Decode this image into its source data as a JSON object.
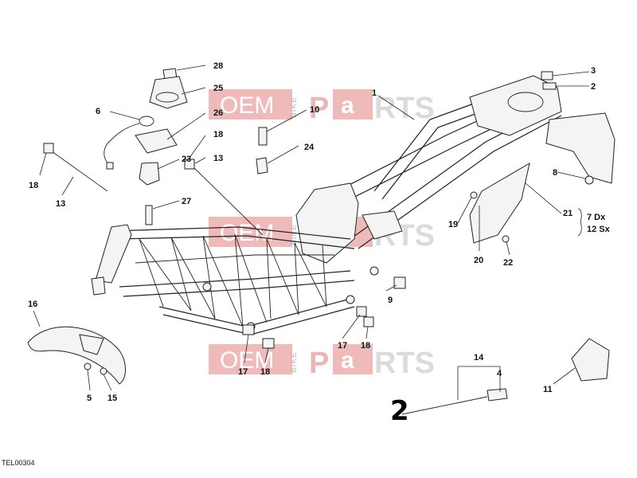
{
  "diagram": {
    "ref_code": "TEL00304",
    "callouts": {
      "c1": "1",
      "c2": "2",
      "c3": "3",
      "c4": "4",
      "c5": "5",
      "c6": "6",
      "c7dx": "7 Dx",
      "c8": "8",
      "c9": "9",
      "c10": "10",
      "c11": "11",
      "c12sx": "12 Sx",
      "c13a": "13",
      "c13b": "13",
      "c14": "14",
      "c15": "15",
      "c16": "16",
      "c17a": "17",
      "c17b": "17",
      "c18a": "18",
      "c18b": "18",
      "c18c": "18",
      "c18d": "18",
      "c19": "19",
      "c20": "20",
      "c21": "21",
      "c22": "22",
      "c23": "23",
      "c24": "24",
      "c25": "25",
      "c26": "26",
      "c27": "27",
      "c28": "28",
      "c2hand": "2"
    }
  },
  "watermark": {
    "oem": "OEM",
    "bike": "BIKE",
    "p": "P",
    "a": "a",
    "rts": "RTS"
  }
}
